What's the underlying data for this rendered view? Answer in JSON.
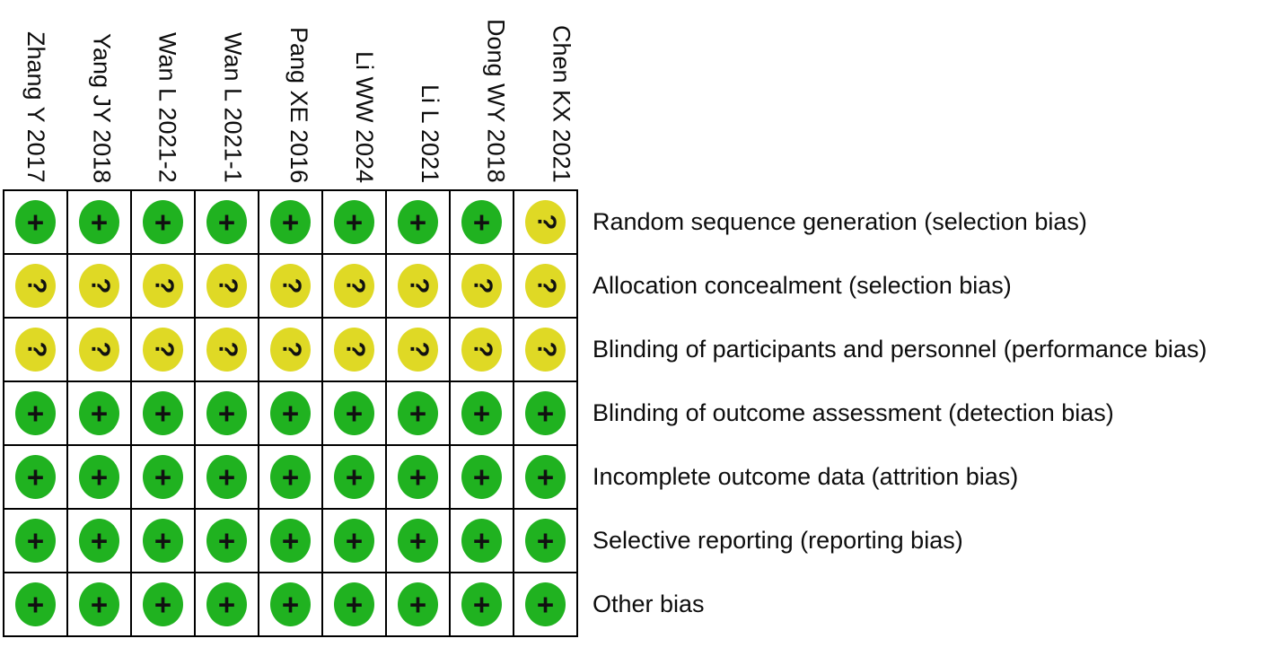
{
  "chart_data": {
    "type": "heatmap",
    "subtype": "risk_of_bias_summary_matrix",
    "studies": [
      "Zhang Y 2017",
      "Yang JY 2018",
      "Wan L 2021-2",
      "Wan L 2021-1",
      "Pang XE 2016",
      "Li WW 2024",
      "Li L 2021",
      "Dong WY 2018",
      "Chen KX 2021"
    ],
    "domains": [
      "Random sequence generation (selection bias)",
      "Allocation concealment (selection bias)",
      "Blinding of participants and personnel (performance bias)",
      "Blinding of outcome assessment (detection bias)",
      "Incomplete outcome data (attrition bias)",
      "Selective reporting (reporting bias)",
      "Other bias"
    ],
    "judgements": [
      [
        "low",
        "low",
        "low",
        "low",
        "low",
        "low",
        "low",
        "low",
        "unclear"
      ],
      [
        "unclear",
        "unclear",
        "unclear",
        "unclear",
        "unclear",
        "unclear",
        "unclear",
        "unclear",
        "unclear"
      ],
      [
        "unclear",
        "unclear",
        "unclear",
        "unclear",
        "unclear",
        "unclear",
        "unclear",
        "unclear",
        "unclear"
      ],
      [
        "low",
        "low",
        "low",
        "low",
        "low",
        "low",
        "low",
        "low",
        "low"
      ],
      [
        "low",
        "low",
        "low",
        "low",
        "low",
        "low",
        "low",
        "low",
        "low"
      ],
      [
        "low",
        "low",
        "low",
        "low",
        "low",
        "low",
        "low",
        "low",
        "low"
      ],
      [
        "low",
        "low",
        "low",
        "low",
        "low",
        "low",
        "low",
        "low",
        "low"
      ]
    ],
    "symbol_map": {
      "low": "+",
      "unclear": "?"
    },
    "color_map": {
      "low": "#20B220",
      "unclear": "#DFD925"
    },
    "symbol_color": "#111111",
    "grid_line_color": "#000000",
    "background": "#FFFFFF",
    "legend_position": "none",
    "grid": "on"
  }
}
